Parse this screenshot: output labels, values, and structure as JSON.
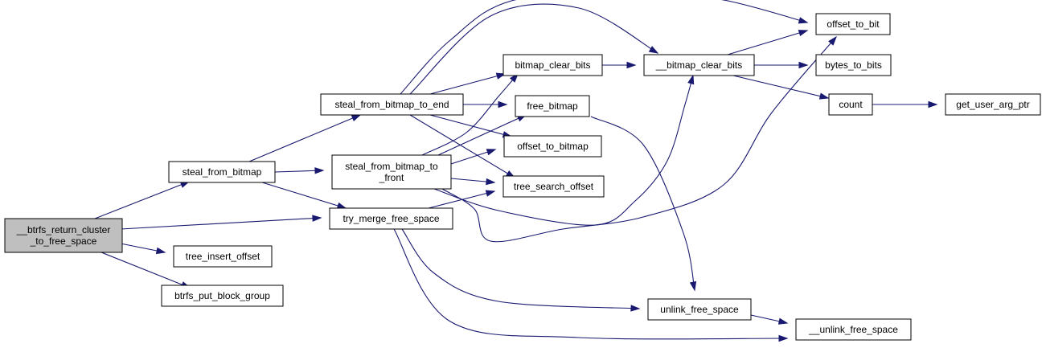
{
  "diagram": {
    "nodes": [
      {
        "id": "root",
        "lines": [
          "__btrfs_return_cluster",
          "_to_free_space"
        ],
        "highlighted": true
      },
      {
        "id": "steal_from_bitmap",
        "lines": [
          "steal_from_bitmap"
        ]
      },
      {
        "id": "tree_insert_offset",
        "lines": [
          "tree_insert_offset"
        ]
      },
      {
        "id": "btrfs_put_block_group",
        "lines": [
          "btrfs_put_block_group"
        ]
      },
      {
        "id": "steal_from_bitmap_to_end",
        "lines": [
          "steal_from_bitmap_to_end"
        ]
      },
      {
        "id": "steal_from_bitmap_to_front",
        "lines": [
          "steal_from_bitmap_to",
          "_front"
        ]
      },
      {
        "id": "try_merge_free_space",
        "lines": [
          "try_merge_free_space"
        ]
      },
      {
        "id": "bitmap_clear_bits",
        "lines": [
          "bitmap_clear_bits"
        ]
      },
      {
        "id": "free_bitmap",
        "lines": [
          "free_bitmap"
        ]
      },
      {
        "id": "offset_to_bitmap",
        "lines": [
          "offset_to_bitmap"
        ]
      },
      {
        "id": "tree_search_offset",
        "lines": [
          "tree_search_offset"
        ]
      },
      {
        "id": "__bitmap_clear_bits",
        "lines": [
          "__bitmap_clear_bits"
        ]
      },
      {
        "id": "offset_to_bit",
        "lines": [
          "offset_to_bit"
        ]
      },
      {
        "id": "bytes_to_bits",
        "lines": [
          "bytes_to_bits"
        ]
      },
      {
        "id": "count",
        "lines": [
          "count"
        ]
      },
      {
        "id": "get_user_arg_ptr",
        "lines": [
          "get_user_arg_ptr"
        ]
      },
      {
        "id": "unlink_free_space",
        "lines": [
          "unlink_free_space"
        ]
      },
      {
        "id": "__unlink_free_space",
        "lines": [
          "__unlink_free_space"
        ]
      }
    ],
    "edges": [
      {
        "from": "root",
        "to": "steal_from_bitmap"
      },
      {
        "from": "root",
        "to": "try_merge_free_space"
      },
      {
        "from": "root",
        "to": "tree_insert_offset"
      },
      {
        "from": "root",
        "to": "btrfs_put_block_group"
      },
      {
        "from": "steal_from_bitmap",
        "to": "steal_from_bitmap_to_end"
      },
      {
        "from": "steal_from_bitmap",
        "to": "steal_from_bitmap_to_front"
      },
      {
        "from": "steal_from_bitmap",
        "to": "try_merge_free_space"
      },
      {
        "from": "steal_from_bitmap_to_end",
        "to": "offset_to_bit"
      },
      {
        "from": "steal_from_bitmap_to_end",
        "to": "__bitmap_clear_bits"
      },
      {
        "from": "steal_from_bitmap_to_end",
        "to": "bitmap_clear_bits"
      },
      {
        "from": "steal_from_bitmap_to_end",
        "to": "free_bitmap"
      },
      {
        "from": "steal_from_bitmap_to_end",
        "to": "offset_to_bitmap"
      },
      {
        "from": "steal_from_bitmap_to_end",
        "to": "tree_search_offset"
      },
      {
        "from": "steal_from_bitmap_to_front",
        "to": "bitmap_clear_bits"
      },
      {
        "from": "steal_from_bitmap_to_front",
        "to": "free_bitmap"
      },
      {
        "from": "steal_from_bitmap_to_front",
        "to": "offset_to_bitmap"
      },
      {
        "from": "steal_from_bitmap_to_front",
        "to": "tree_search_offset"
      },
      {
        "from": "steal_from_bitmap_to_front",
        "to": "__bitmap_clear_bits"
      },
      {
        "from": "steal_from_bitmap_to_front",
        "to": "offset_to_bit"
      },
      {
        "from": "try_merge_free_space",
        "to": "tree_search_offset"
      },
      {
        "from": "try_merge_free_space",
        "to": "unlink_free_space"
      },
      {
        "from": "try_merge_free_space",
        "to": "__unlink_free_space"
      },
      {
        "from": "bitmap_clear_bits",
        "to": "__bitmap_clear_bits"
      },
      {
        "from": "__bitmap_clear_bits",
        "to": "offset_to_bit"
      },
      {
        "from": "__bitmap_clear_bits",
        "to": "bytes_to_bits"
      },
      {
        "from": "__bitmap_clear_bits",
        "to": "count"
      },
      {
        "from": "count",
        "to": "get_user_arg_ptr"
      },
      {
        "from": "free_bitmap",
        "to": "unlink_free_space"
      },
      {
        "from": "unlink_free_space",
        "to": "__unlink_free_space"
      }
    ]
  }
}
